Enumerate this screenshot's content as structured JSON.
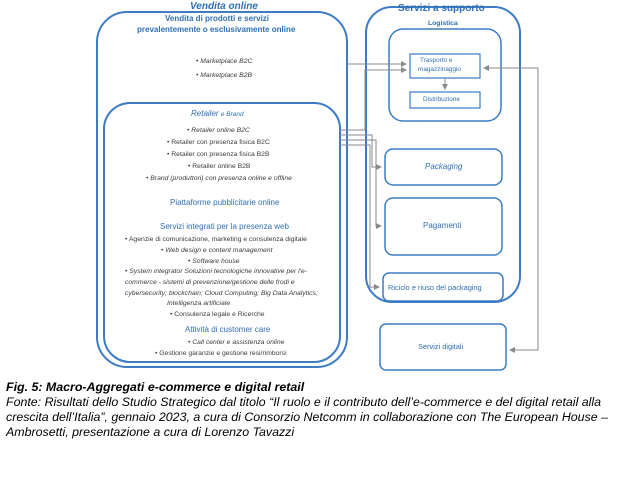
{
  "diagram": {
    "left_title": "Vendita online",
    "left_subtitle_1": "Vendita di prodotti e servizi",
    "left_subtitle_2": "prevalentemente o esclusivamente online",
    "marketplaces": [
      "• Marketplace B2C",
      "• Marketplace B2B"
    ],
    "retailer_title": "Retailer",
    "retailer_title_suffix": "e Brand",
    "retailer_items": [
      "• Retailer online B2C",
      "• Retailer con presenza fisica B2C",
      "• Retailer con presenza fisica B2B",
      "• Retailer online B2B",
      "• Brand (produttori) con presenza online e offline"
    ],
    "ads_title": "Piattaforme pubblicitarie online",
    "web_title": "Servizi integrati per la presenza web",
    "web_items": [
      "• Agenzie di comunicazione, marketing e consulenza digitale",
      "• Web design e content management",
      "• Software house",
      "• System integrator Soluzioni tecnologiche innovative per l'e-",
      "commerce - sistemi di prevenzione/gestione delle frodi e",
      "cybersecurity; blockchain; Cloud Computing; Big Data Analytics;",
      "Intelligenza artificiale",
      "• Consulenza legale e Ricerche"
    ],
    "care_title": "Attività di customer care",
    "care_items": [
      "• Call center e assistenza online",
      "• Gestione garanzie e gestione resi/rimborsi"
    ],
    "right_title": "Servizi a supporto",
    "logistics_title": "Logistica",
    "transport_1": "Trasporto e",
    "transport_2": "magazzinaggio",
    "distribution": "Distribuzione",
    "packaging": "Packaging",
    "payments": "Pagamenti",
    "recycling": "Riciclo e riuso del packaging",
    "digital_services": "Servizi digitali",
    "colors": {
      "primary": "#2f6fb5",
      "line": "#3b7cc4",
      "text": "#3a3a3a"
    }
  },
  "caption": {
    "title": "Fig. 5: Macro-Aggregati e-commerce e digital retail",
    "source": "Fonte: Risultati dello Studio Strategico dal titolo “Il ruolo e il contributo dell’e-commerce e del digital retail alla crescita dell’Italia”, gennaio 2023, a cura di Consorzio Netcomm in collaborazione con The European House – Ambrosetti, presentazione a cura di Lorenzo Tavazzi"
  }
}
